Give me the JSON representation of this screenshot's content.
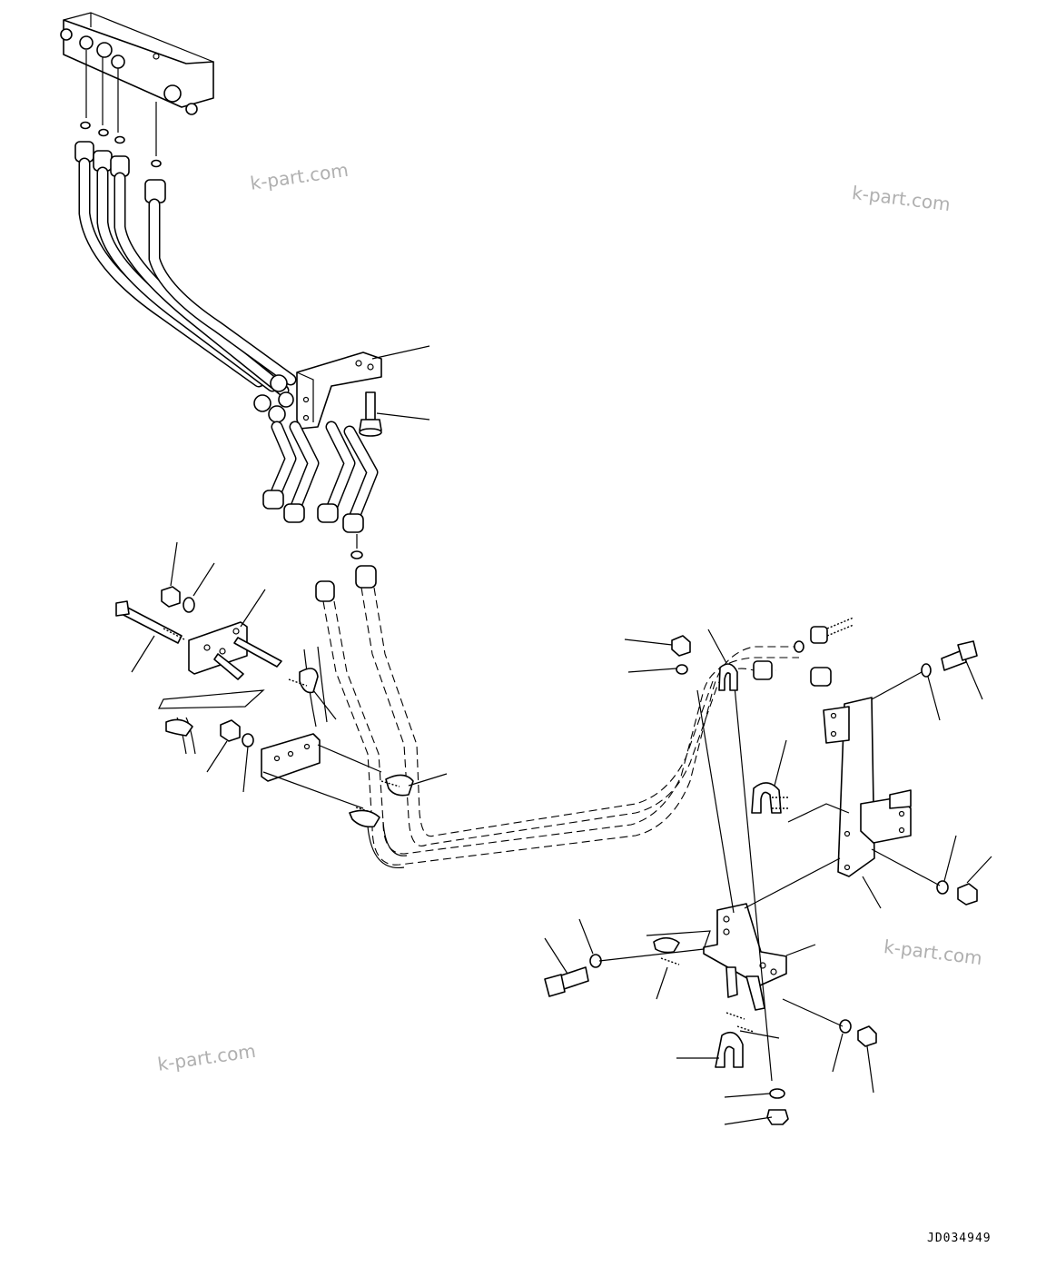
{
  "watermarks": [
    "k-part.com",
    "k-part.com",
    "k-part.com",
    "k-part.com"
  ],
  "drawing_code": "JD034949"
}
